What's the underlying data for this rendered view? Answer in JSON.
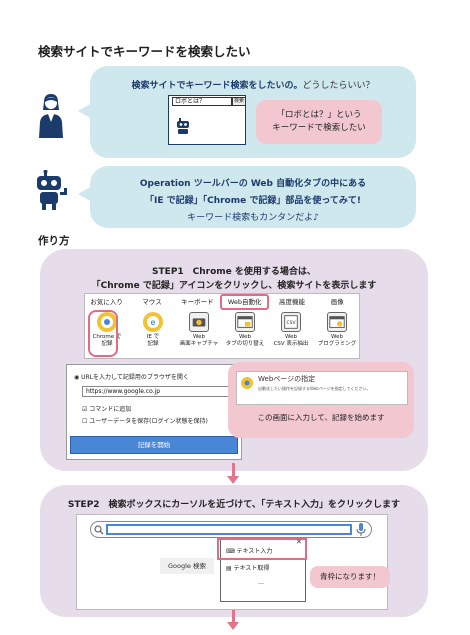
{
  "page_title": "検索サイトでキーワードを検索したい",
  "bubble1": {
    "question_bold": "検索サイトでキーワード検索をしたいの。",
    "question_light": "どうしたらいい？",
    "mini_search_text": "ロボとは？",
    "mini_search_button": "検索",
    "note_line1": "「ロボとは？」という",
    "note_line2": "キーワードで検索したい"
  },
  "bubble2": {
    "line1": "Operation ツールバーの Web 自動化タブの中にある",
    "line2": "「IE で記録」「Chrome で記録」部品を使ってみて!",
    "line3": "キーワード検索もカンタンだよ♪"
  },
  "section_title": "作り方",
  "step1": {
    "head_line1": "STEP1　Chrome を使用する場合は、",
    "head_line2": "「Chrome で記録」アイコンをクリックし、検索サイトを表示します",
    "tabs": [
      "お気に入り",
      "マウス",
      "キーボード",
      "Web自動化",
      "高度機能",
      "画像"
    ],
    "tools": [
      {
        "icon_text": "Chrome",
        "label1": "Chrome で",
        "label2": "記録",
        "icon": "chrome-record-icon"
      },
      {
        "icon_text": "Internet Explorer",
        "label1": "IE で",
        "label2": "記録",
        "icon": "ie-record-icon"
      },
      {
        "icon_text": "",
        "label1": "Web",
        "label2": "画面キャプチャ",
        "icon": "web-capture-icon"
      },
      {
        "icon_text": "",
        "label1": "Web",
        "label2": "タブの切り替え",
        "icon": "web-tab-switch-icon"
      },
      {
        "icon_text": "CSV",
        "label1": "Web",
        "label2": "CSV 表示抽出",
        "icon": "web-csv-icon"
      },
      {
        "icon_text": "",
        "label1": "Web",
        "label2": "プログラミング",
        "icon": "web-programming-icon"
      }
    ],
    "dialog": {
      "radio_label": "URLを入力して記録用のブラウザを開く",
      "url_value": "https://www.google.co.jp",
      "checkbox1": "コマンドに追加",
      "checkbox2": "ユーザーデータを保存(ログイン状態を保持)",
      "start_button": "記録を開始"
    },
    "webpage_card_title": "Webページの指定",
    "webpage_card_sub": "自動化したい操作を記録するWebページを指定してください。",
    "note": "この画面に入力して、記録を始めます"
  },
  "step2": {
    "head": "STEP2　検索ボックスにカーソルを近づけて、「テキスト入力」をクリックします",
    "google_button": "Google 検索",
    "menu_items": [
      "テキスト入力",
      "テキスト取得",
      "…"
    ],
    "note": "青枠になります！"
  }
}
